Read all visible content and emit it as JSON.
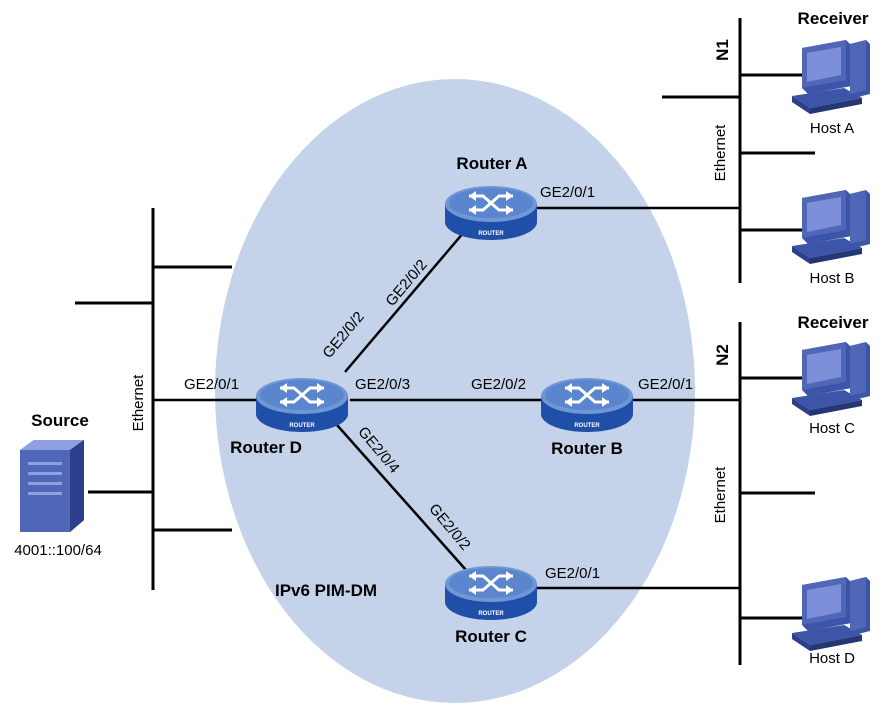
{
  "colors": {
    "domain_fill": "#c5d3ea",
    "router_blue": "#1f4fa8",
    "router_light": "#6f97d6",
    "line": "#000000",
    "host_blue": "#5067b8",
    "screen": "#7d8fd8"
  },
  "domain": {
    "label": "IPv6 PIM-DM"
  },
  "source": {
    "title": "Source",
    "address": "4001::100/64",
    "icon": "server-icon"
  },
  "networks": {
    "left_ethernet": "Ethernet",
    "n1": {
      "name": "N1",
      "ethernet": "Ethernet"
    },
    "n2": {
      "name": "N2",
      "ethernet": "Ethernet"
    }
  },
  "routers": {
    "a": {
      "name": "Router A",
      "badge": "ROUTER",
      "ports": [
        "GE2/0/1",
        "GE2/0/2"
      ]
    },
    "b": {
      "name": "Router B",
      "badge": "ROUTER",
      "ports": [
        "GE2/0/2",
        "GE2/0/1"
      ]
    },
    "c": {
      "name": "Router C",
      "badge": "ROUTER",
      "ports": [
        "GE2/0/2",
        "GE2/0/1"
      ]
    },
    "d": {
      "name": "Router D",
      "badge": "ROUTER",
      "ports": [
        "GE2/0/1",
        "GE2/0/2",
        "GE2/0/3",
        "GE2/0/4"
      ]
    }
  },
  "hosts": {
    "a": {
      "name": "Host A",
      "role": "Receiver"
    },
    "b": {
      "name": "Host B"
    },
    "c": {
      "name": "Host C",
      "role": "Receiver"
    },
    "d": {
      "name": "Host D"
    }
  }
}
